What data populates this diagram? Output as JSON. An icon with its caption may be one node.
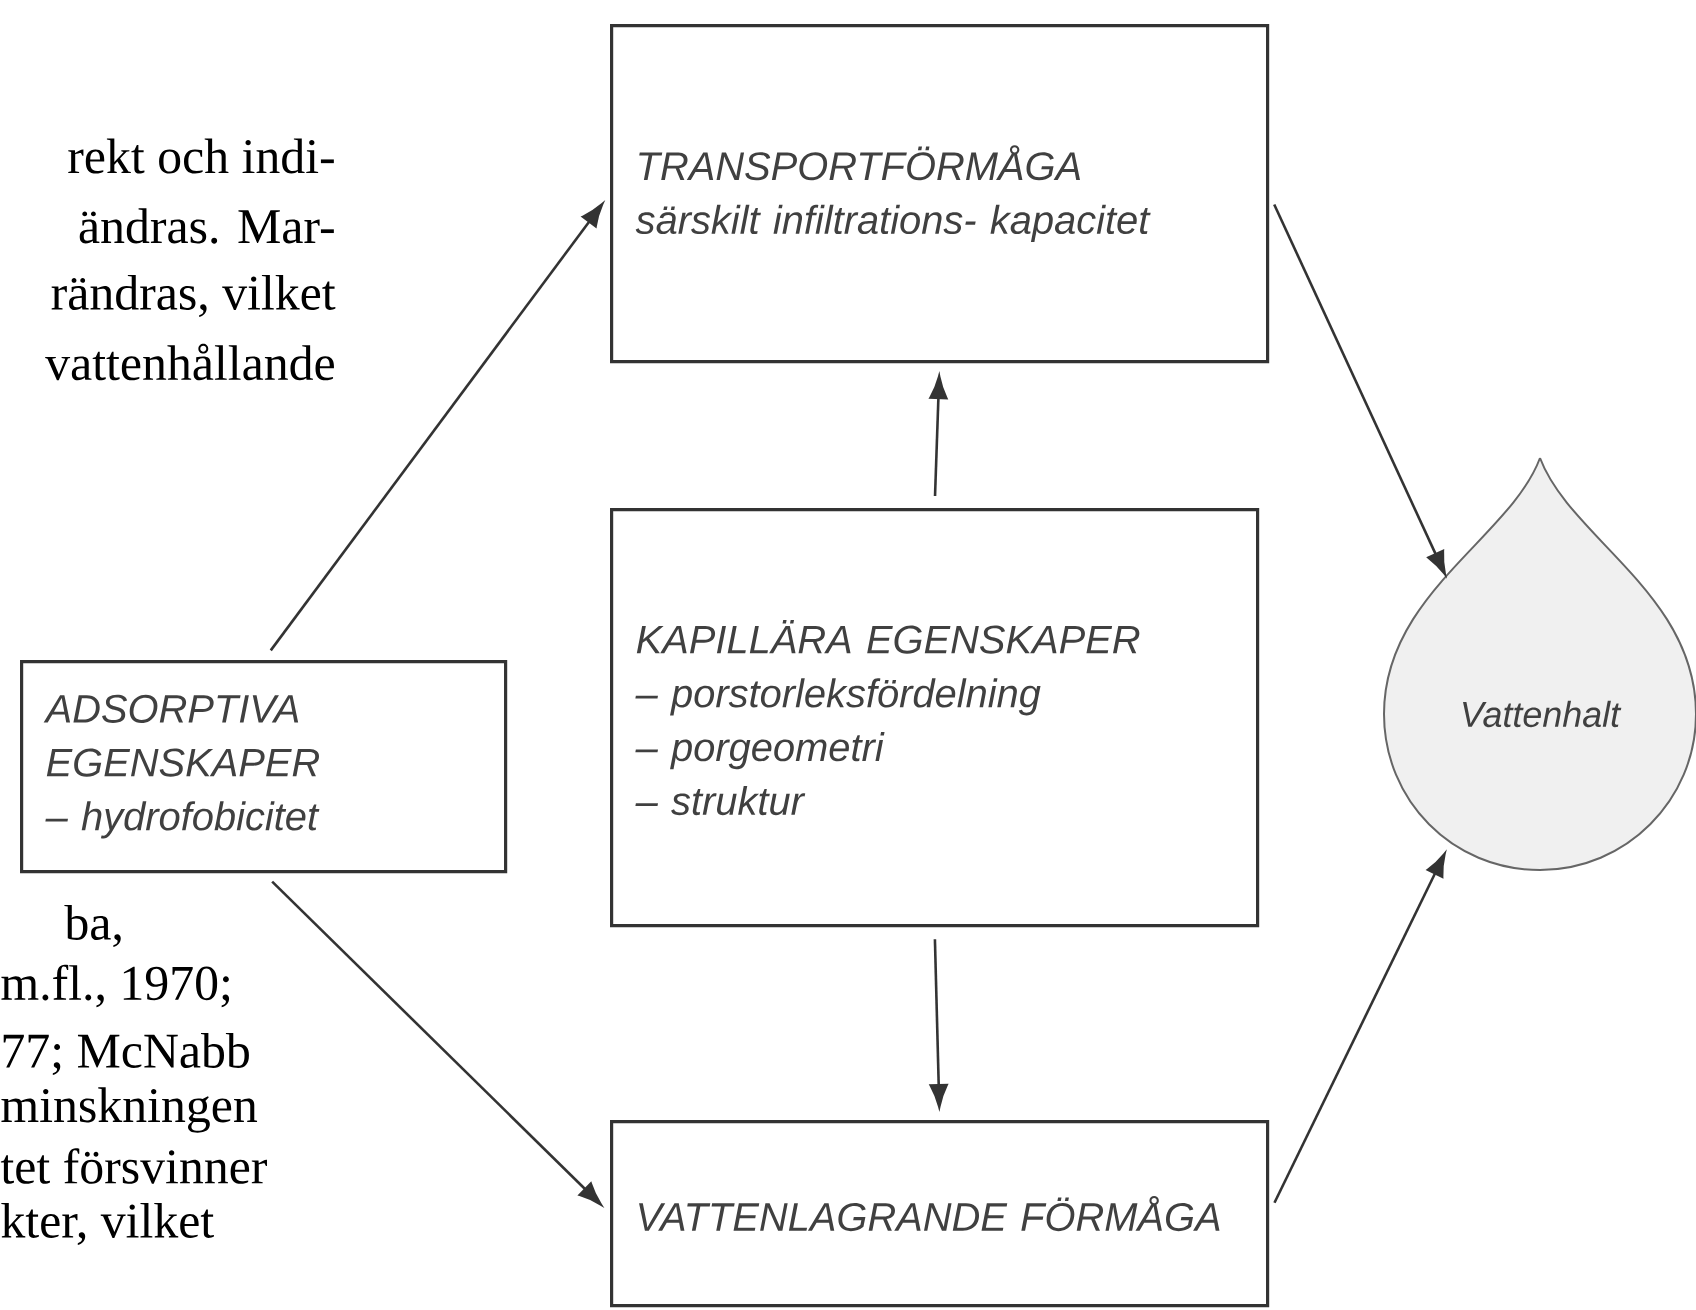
{
  "diagram": {
    "nodes": [
      {
        "text": [
          "TRANSPORTFÖRMÅGA",
          "särskilt infiltrations- kapacitet"
        ]
      },
      {
        "text": [
          "ADSORPTIVA EGENSKAPER",
          "– hydrofobicitet"
        ]
      },
      {
        "text": [
          "KAPILLÄRA EGENSKAPER",
          "– porstorleksfördelning",
          "– porgeometri",
          "– struktur"
        ]
      },
      {
        "text": [
          "VATTENLAGRANDE FÖRMÅGA"
        ]
      },
      {
        "text": [
          "Vattenhalt"
        ]
      }
    ],
    "edges": [
      {
        "from": 1,
        "to": 0,
        "arrow": "to"
      },
      {
        "from": 1,
        "to": 3,
        "arrow": "to"
      },
      {
        "from": 2,
        "to": 0,
        "arrow": "to"
      },
      {
        "from": 2,
        "to": 3,
        "arrow": "to"
      },
      {
        "from": 0,
        "to": 4,
        "arrow": "to"
      },
      {
        "from": 3,
        "to": 4,
        "arrow": "to"
      }
    ],
    "labels": [
      "rekt och indi-",
      "ändras. Mar-",
      "rändras, vilket",
      "vattenhållande",
      "ba,",
      "m.fl., 1970;",
      "77; McNabb",
      "minskningen",
      "tet försvinner",
      "kter, vilket"
    ]
  }
}
